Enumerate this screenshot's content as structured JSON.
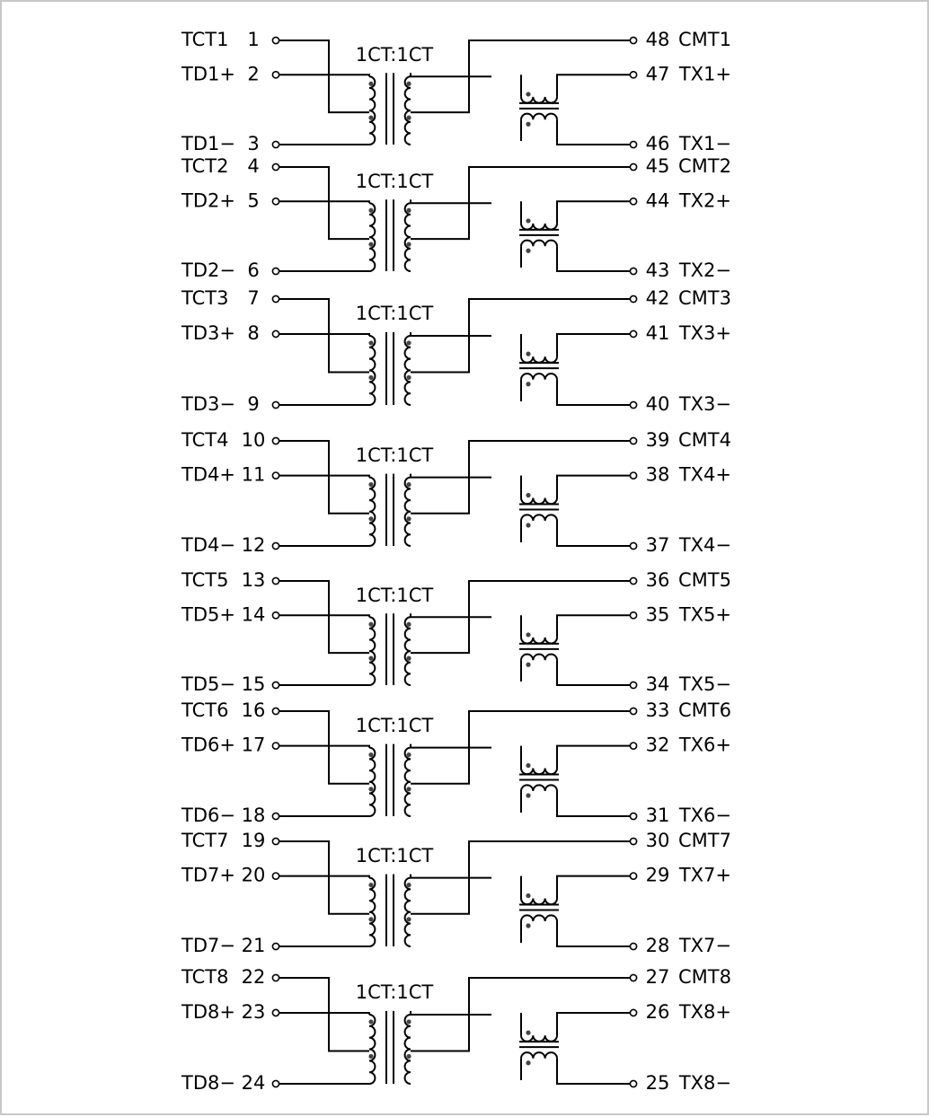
{
  "transformer_label": "1CT:1CT",
  "channels": [
    {
      "left": [
        {
          "name": "TCT1",
          "pin": "1"
        },
        {
          "name": "TD1+",
          "pin": "2"
        },
        {
          "name": "TD1−",
          "pin": "3"
        }
      ],
      "right": [
        {
          "pin": "48",
          "name": "CMT1"
        },
        {
          "pin": "47",
          "name": "TX1+"
        },
        {
          "pin": "46",
          "name": "TX1−"
        }
      ]
    },
    {
      "left": [
        {
          "name": "TCT2",
          "pin": "4"
        },
        {
          "name": "TD2+",
          "pin": "5"
        },
        {
          "name": "TD2−",
          "pin": "6"
        }
      ],
      "right": [
        {
          "pin": "45",
          "name": "CMT2"
        },
        {
          "pin": "44",
          "name": "TX2+"
        },
        {
          "pin": "43",
          "name": "TX2−"
        }
      ]
    },
    {
      "left": [
        {
          "name": "TCT3",
          "pin": "7"
        },
        {
          "name": "TD3+",
          "pin": "8"
        },
        {
          "name": "TD3−",
          "pin": "9"
        }
      ],
      "right": [
        {
          "pin": "42",
          "name": "CMT3"
        },
        {
          "pin": "41",
          "name": "TX3+"
        },
        {
          "pin": "40",
          "name": "TX3−"
        }
      ]
    },
    {
      "left": [
        {
          "name": "TCT4",
          "pin": "10"
        },
        {
          "name": "TD4+",
          "pin": "11"
        },
        {
          "name": "TD4−",
          "pin": "12"
        }
      ],
      "right": [
        {
          "pin": "39",
          "name": "CMT4"
        },
        {
          "pin": "38",
          "name": "TX4+"
        },
        {
          "pin": "37",
          "name": "TX4−"
        }
      ]
    },
    {
      "left": [
        {
          "name": "TCT5",
          "pin": "13"
        },
        {
          "name": "TD5+",
          "pin": "14"
        },
        {
          "name": "TD5−",
          "pin": "15"
        }
      ],
      "right": [
        {
          "pin": "36",
          "name": "CMT5"
        },
        {
          "pin": "35",
          "name": "TX5+"
        },
        {
          "pin": "34",
          "name": "TX5−"
        }
      ]
    },
    {
      "left": [
        {
          "name": "TCT6",
          "pin": "16"
        },
        {
          "name": "TD6+",
          "pin": "17"
        },
        {
          "name": "TD6−",
          "pin": "18"
        }
      ],
      "right": [
        {
          "pin": "33",
          "name": "CMT6"
        },
        {
          "pin": "32",
          "name": "TX6+"
        },
        {
          "pin": "31",
          "name": "TX6−"
        }
      ]
    },
    {
      "left": [
        {
          "name": "TCT7",
          "pin": "19"
        },
        {
          "name": "TD7+",
          "pin": "20"
        },
        {
          "name": "TD7−",
          "pin": "21"
        }
      ],
      "right": [
        {
          "pin": "30",
          "name": "CMT7"
        },
        {
          "pin": "29",
          "name": "TX7+"
        },
        {
          "pin": "28",
          "name": "TX7−"
        }
      ]
    },
    {
      "left": [
        {
          "name": "TCT8",
          "pin": "22"
        },
        {
          "name": "TD8+",
          "pin": "23"
        },
        {
          "name": "TD8−",
          "pin": "24"
        }
      ],
      "right": [
        {
          "pin": "27",
          "name": "CMT8"
        },
        {
          "pin": "26",
          "name": "TX8+"
        },
        {
          "pin": "25",
          "name": "TX8−"
        }
      ]
    }
  ]
}
